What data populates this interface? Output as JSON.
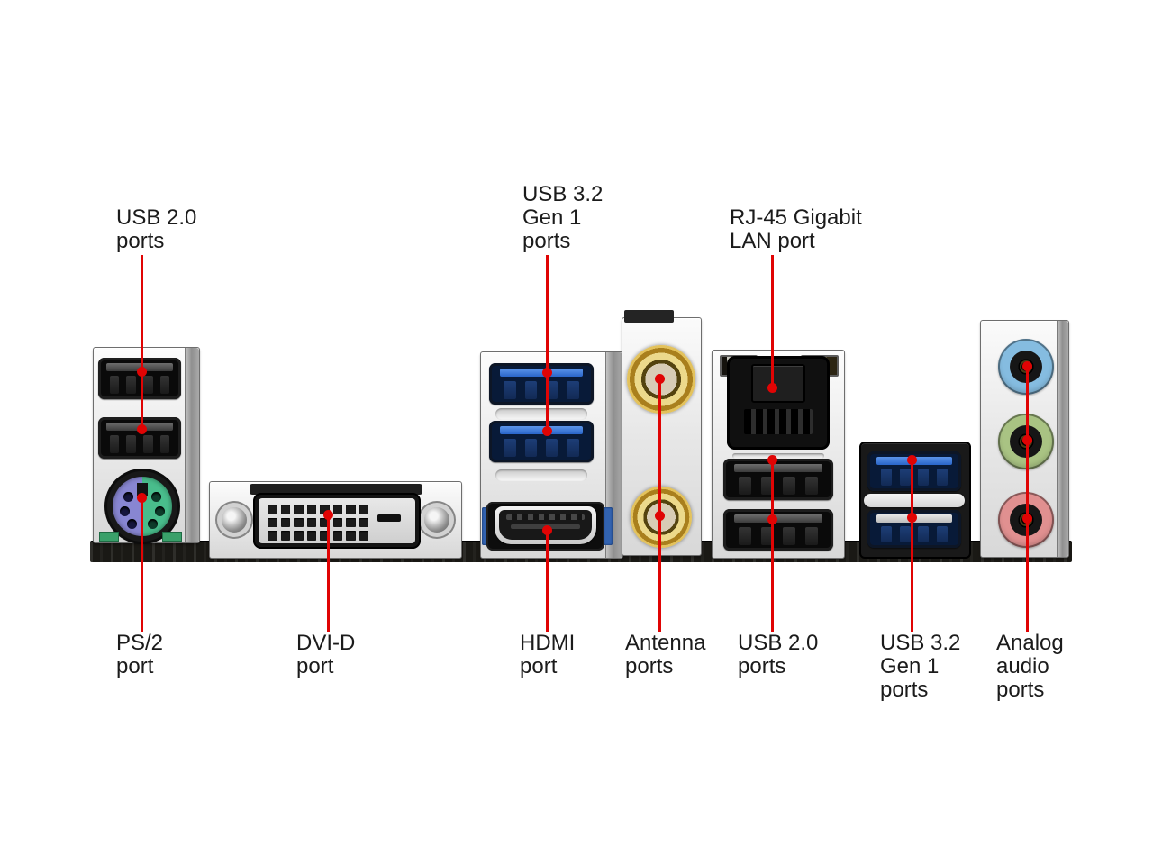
{
  "labels": {
    "usb2_top": "USB 2.0\nports",
    "usb3_top": "USB 3.2\nGen 1\nports",
    "lan_top": "RJ-45 Gigabit\nLAN port",
    "ps2_bottom": "PS/2\nport",
    "dvi_bottom": "DVI-D\nport",
    "hdmi_bottom": "HDMI\nport",
    "antenna_bottom": "Antenna\nports",
    "usb2_bottom": "USB 2.0\nports",
    "usb3_bottom": "USB 3.2\nGen 1\nports",
    "audio_bottom": "Analog\naudio\nports"
  },
  "colors": {
    "annotation_red": "#e00404",
    "usb3_blue": "#2e6cd0",
    "ps2_mouse_purple": "#8886d2",
    "ps2_keyboard_green": "#49bd8c",
    "audio_line_in": "#85bce0",
    "audio_line_out": "#a9c383",
    "audio_mic": "#e09090",
    "antenna_gold": "#c9a63a",
    "lan_led_amber": "#cdbd74"
  }
}
